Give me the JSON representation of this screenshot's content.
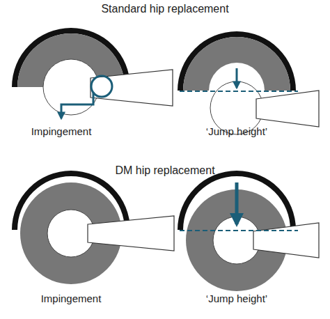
{
  "diagram": {
    "labels": [
      "Standard hip replacement",
      "Impingement",
      "‘Jump height’",
      "DM hip replacement",
      "Impingement",
      "‘Jump height’"
    ]
  }
}
